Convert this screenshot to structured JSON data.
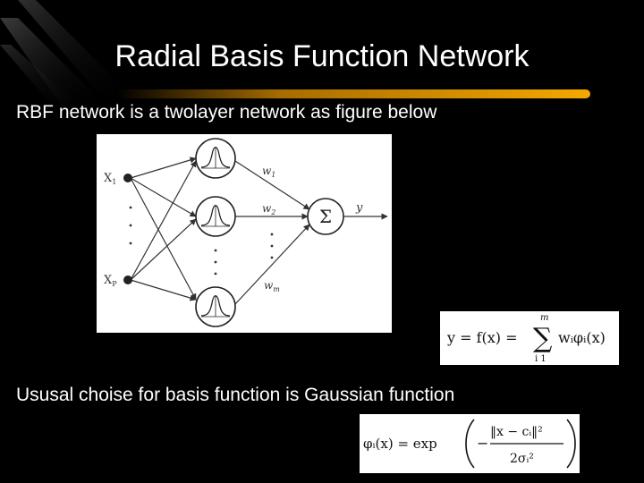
{
  "slide": {
    "title": "Radial Basis Function Network",
    "line1": "RBF network is a twolayer network as figure below",
    "line2": "Ususal choise for basis function is Gaussian function"
  },
  "figure": {
    "input_first": "X",
    "input_first_sub": "1",
    "input_last": "X",
    "input_last_sub": "P",
    "weight_1": "w",
    "weight_1_sub": "1",
    "weight_2": "w",
    "weight_2_sub": "2",
    "weight_m": "w",
    "weight_m_sub": "m",
    "sum_symbol": "Σ",
    "output": "y"
  },
  "equations": {
    "output_eq": {
      "lhs": "y = f(x) =",
      "sigma": "∑",
      "upper": "m",
      "lower": "i  1",
      "term": "wᵢφᵢ(x)"
    },
    "gaussian_eq": {
      "lhs": "φᵢ(x) = exp",
      "numerator": "‖x − cᵢ‖²",
      "denominator": "2σᵢ²",
      "minus": "−"
    }
  },
  "colors": {
    "background": "#000000",
    "accent_bar": "#f5a800",
    "text": "#ffffff"
  }
}
